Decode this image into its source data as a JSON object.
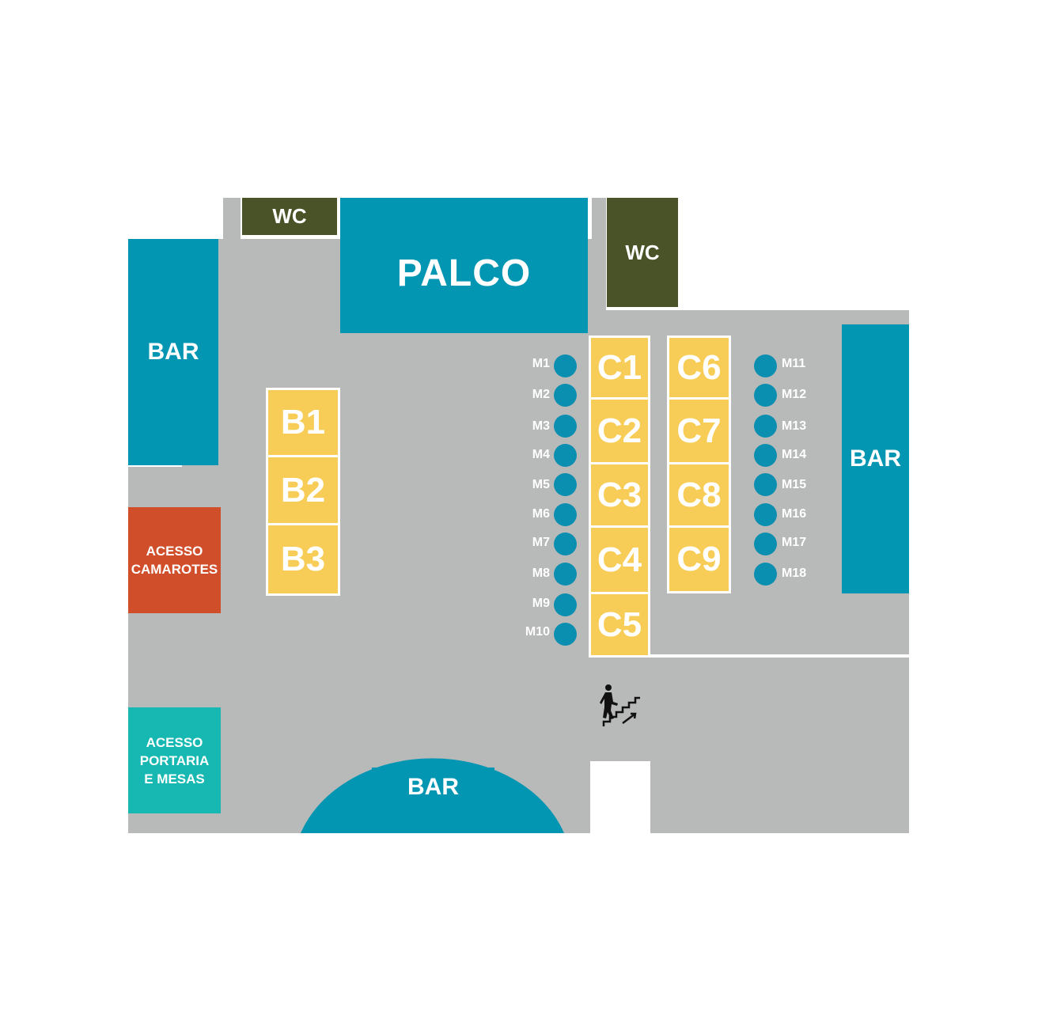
{
  "colors": {
    "floor": "#b8b9b9",
    "bar": "#0396b3",
    "wc": "#495327",
    "seat": "#f8cd57",
    "acesso_camarotes": "#d14e2a",
    "acesso_portaria": "#16b8b1",
    "table": "#0b8fb1"
  },
  "areas": {
    "palco": "PALCO",
    "wc_left": "WC",
    "wc_right": "WC",
    "bar_left": "BAR",
    "bar_right": "BAR",
    "bar_bottom": "BAR",
    "acesso_camarotes": [
      "ACESSO",
      "CAMAROTES"
    ],
    "acesso_portaria": [
      "ACESSO",
      "PORTARIA",
      "E MESAS"
    ]
  },
  "sections": {
    "b": [
      "B1",
      "B2",
      "B3"
    ],
    "c_left": [
      "C1",
      "C2",
      "C3",
      "C4",
      "C5"
    ],
    "c_right": [
      "C6",
      "C7",
      "C8",
      "C9"
    ]
  },
  "tables": {
    "left": [
      "M1",
      "M2",
      "M3",
      "M4",
      "M5",
      "M6",
      "M7",
      "M8",
      "M9",
      "M10"
    ],
    "right": [
      "M11",
      "M12",
      "M13",
      "M14",
      "M15",
      "M16",
      "M17",
      "M18"
    ]
  },
  "icons": {
    "stairs": "stairs-up-icon"
  }
}
